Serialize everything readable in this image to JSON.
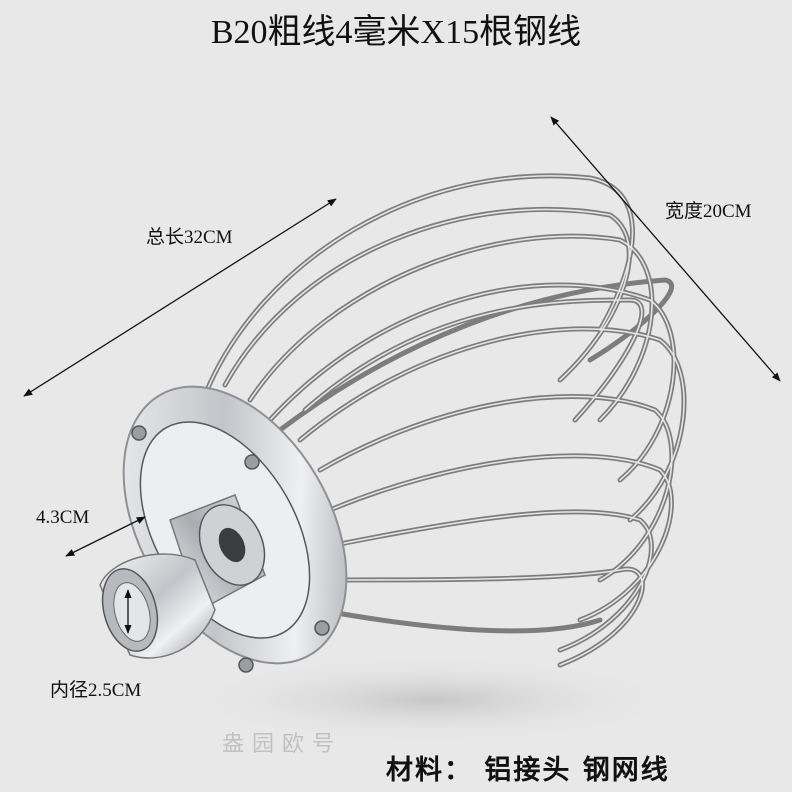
{
  "title": "B20粗线4毫米X15根钢线",
  "annotations": {
    "total_length": "总长32CM",
    "width": "宽度20CM",
    "hub_height": "4.3CM",
    "inner_diameter": "内径2.5CM"
  },
  "material": "材料：  铝接头 钢网线",
  "watermark": "盎园欧号",
  "colors": {
    "background": "#e8e8e8",
    "text": "#111111",
    "wire": "#8a8a8a",
    "aluminum": "#c9cbce"
  },
  "product": {
    "name": "wire whisk",
    "wire_count": 15,
    "wire_thickness": "4毫米"
  }
}
